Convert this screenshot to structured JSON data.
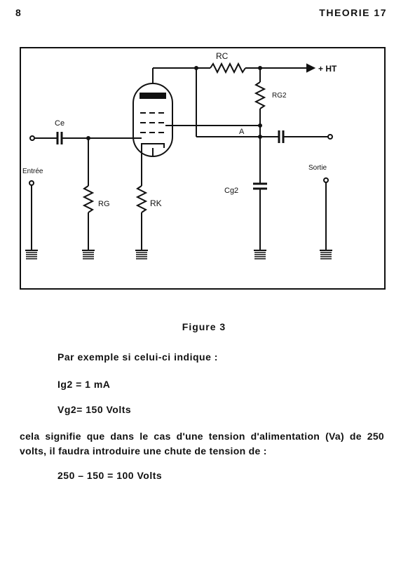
{
  "header": {
    "page_number": "8",
    "running_title": "THEORIE 17"
  },
  "figure": {
    "caption": "Figure 3",
    "labels": {
      "rc": "RC",
      "ht": "+ HT",
      "rg2": "RG2",
      "ce": "Ce",
      "a": "A",
      "entree": "Entrée",
      "sortie": "Sortie",
      "cg2": "Cg2",
      "rg": "RG",
      "rk": "RK"
    }
  },
  "body": {
    "intro": "Par exemple si celui-ci indique :",
    "ig2": "Ig2 = 1 mA",
    "vg2": "Vg2= 150 Volts",
    "paragraph": "cela signifie que dans le cas d'une tension d'alimentation (Va) de 250 volts, il faudra introduire une chute de tension de :",
    "calc": "250 – 150 = 100 Volts"
  }
}
